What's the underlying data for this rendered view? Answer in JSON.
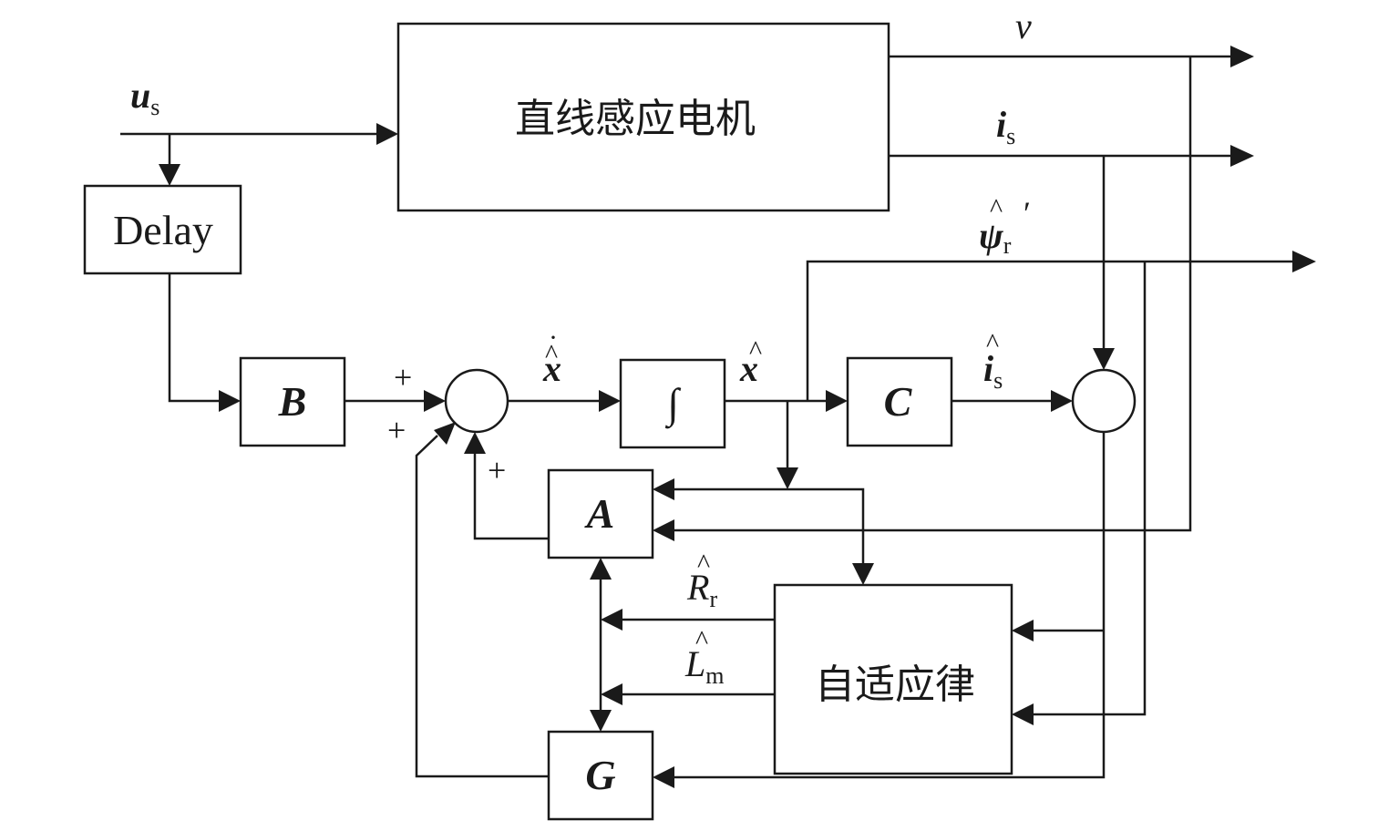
{
  "blocks": {
    "motor": "直线感应电机",
    "delay": "Delay",
    "b": "B",
    "integrator": "∫",
    "c": "C",
    "a": "A",
    "g": "G",
    "adaptive_law": "自适应律"
  },
  "signals": {
    "us": {
      "base": "u",
      "sub": "s"
    },
    "v": "v",
    "is": {
      "base": "i",
      "sub": "s"
    },
    "psi_r": {
      "base": "ψ",
      "sub": "r",
      "prime": "′",
      "hat": "^"
    },
    "xdot": {
      "base": "x",
      "dot": "·",
      "hat": "^"
    },
    "xhat": {
      "base": "x",
      "hat": "^"
    },
    "is_hat": {
      "base": "i",
      "sub": "s",
      "hat": "^"
    },
    "rr_hat": {
      "base": "R",
      "sub": "r",
      "hat": "^"
    },
    "lm_hat": {
      "base": "L",
      "sub": "m",
      "hat": "^"
    }
  },
  "signs": {
    "sum1_top": "+",
    "sum1_left": "+",
    "sum1_bottom": "+"
  }
}
